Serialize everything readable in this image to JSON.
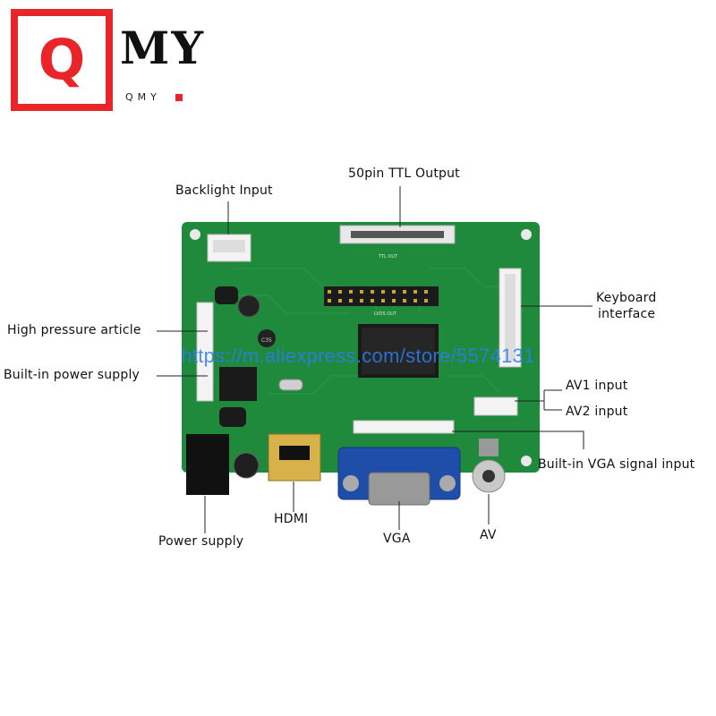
{
  "logo": {
    "letter": "Q",
    "word": "MY",
    "sub": "QMY"
  },
  "board": {
    "silkscreen_top": "TTL OUT",
    "silkscreen_mid": "LVDS OUT",
    "cap_label": "C35",
    "color_pcb": "#1f8a3c",
    "color_pcb_dark": "#17702f"
  },
  "labels": {
    "ttl_output": "50pin TTL Output",
    "backlight": "Backlight Input",
    "high_pressure": "High pressure article",
    "power_supply_builtin": "Built-in power supply",
    "keyboard_line1": "Keyboard",
    "keyboard_line2": "interface",
    "av1": "AV1 input",
    "av2": "AV2 input",
    "vga_signal": "Built-in VGA signal input",
    "hdmi": "HDMI",
    "vga": "VGA",
    "av": "AV",
    "power_supply": "Power supply"
  },
  "watermark": "https://m.aliexpress.com/store/5574131"
}
